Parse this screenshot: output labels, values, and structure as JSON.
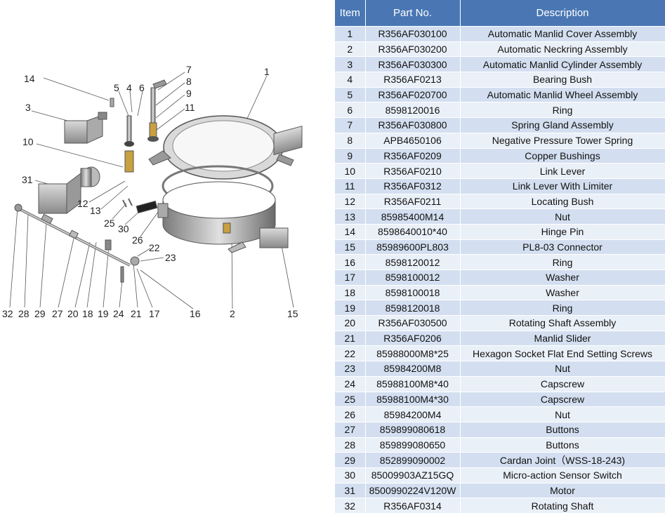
{
  "table": {
    "headers": [
      "Item",
      "Part No.",
      "Description"
    ],
    "rows": [
      [
        "1",
        "R356AF030100",
        "Automatic Manlid Cover Assembly"
      ],
      [
        "2",
        "R356AF030200",
        "Automatic Neckring Assembly"
      ],
      [
        "3",
        "R356AF030300",
        "Automatic Manlid Cylinder Assembly"
      ],
      [
        "4",
        "R356AF0213",
        "Bearing Bush"
      ],
      [
        "5",
        "R356AF020700",
        "Automatic Manlid Wheel Assembly"
      ],
      [
        "6",
        "8598120016",
        "Ring"
      ],
      [
        "7",
        "R356AF030800",
        "Spring Gland Assembly"
      ],
      [
        "8",
        "APB4650106",
        "Negative Pressure Tower Spring"
      ],
      [
        "9",
        "R356AF0209",
        "Copper Bushings"
      ],
      [
        "10",
        "R356AF0210",
        "Link Lever"
      ],
      [
        "11",
        "R356AF0312",
        "Link Lever With Limiter"
      ],
      [
        "12",
        "R356AF0211",
        "Locating Bush"
      ],
      [
        "13",
        "85985400M14",
        "Nut"
      ],
      [
        "14",
        "8598640010*40",
        "Hinge Pin"
      ],
      [
        "15",
        "85989600PL803",
        "PL8-03 Connector"
      ],
      [
        "16",
        "8598120012",
        "Ring"
      ],
      [
        "17",
        "8598100012",
        "Washer"
      ],
      [
        "18",
        "8598100018",
        "Washer"
      ],
      [
        "19",
        "8598120018",
        "Ring"
      ],
      [
        "20",
        "R356AF030500",
        "Rotating Shaft Assembly"
      ],
      [
        "21",
        "R356AF0206",
        "Manlid Slider"
      ],
      [
        "22",
        "85988000M8*25",
        "Hexagon Socket Flat End  Setting Screws"
      ],
      [
        "23",
        "85984200M8",
        "Nut"
      ],
      [
        "24",
        "85988100M8*40",
        "Capscrew"
      ],
      [
        "25",
        "85988100M4*30",
        "Capscrew"
      ],
      [
        "26",
        "85984200M4",
        "Nut"
      ],
      [
        "27",
        "859899080618",
        "Buttons"
      ],
      [
        "28",
        "859899080650",
        "Buttons"
      ],
      [
        "29",
        "852899090002",
        "Cardan Joint（WSS-18-243)"
      ],
      [
        "30",
        "85009903AZ15GQ",
        "Micro-action Sensor Switch"
      ],
      [
        "31",
        "8500990224V120W",
        "Motor"
      ],
      [
        "32",
        "R356AF0314",
        "Rotating Shaft"
      ]
    ]
  },
  "callouts": [
    "1",
    "2",
    "3",
    "4",
    "5",
    "6",
    "7",
    "8",
    "9",
    "10",
    "11",
    "12",
    "13",
    "14",
    "15",
    "16",
    "17",
    "18",
    "19",
    "20",
    "21",
    "22",
    "23",
    "24",
    "25",
    "26",
    "27",
    "28",
    "29",
    "30",
    "31",
    "32"
  ],
  "colors": {
    "header_bg": "#4a77b4",
    "row_odd": "#d3dff0",
    "row_even": "#eaf0f8"
  }
}
